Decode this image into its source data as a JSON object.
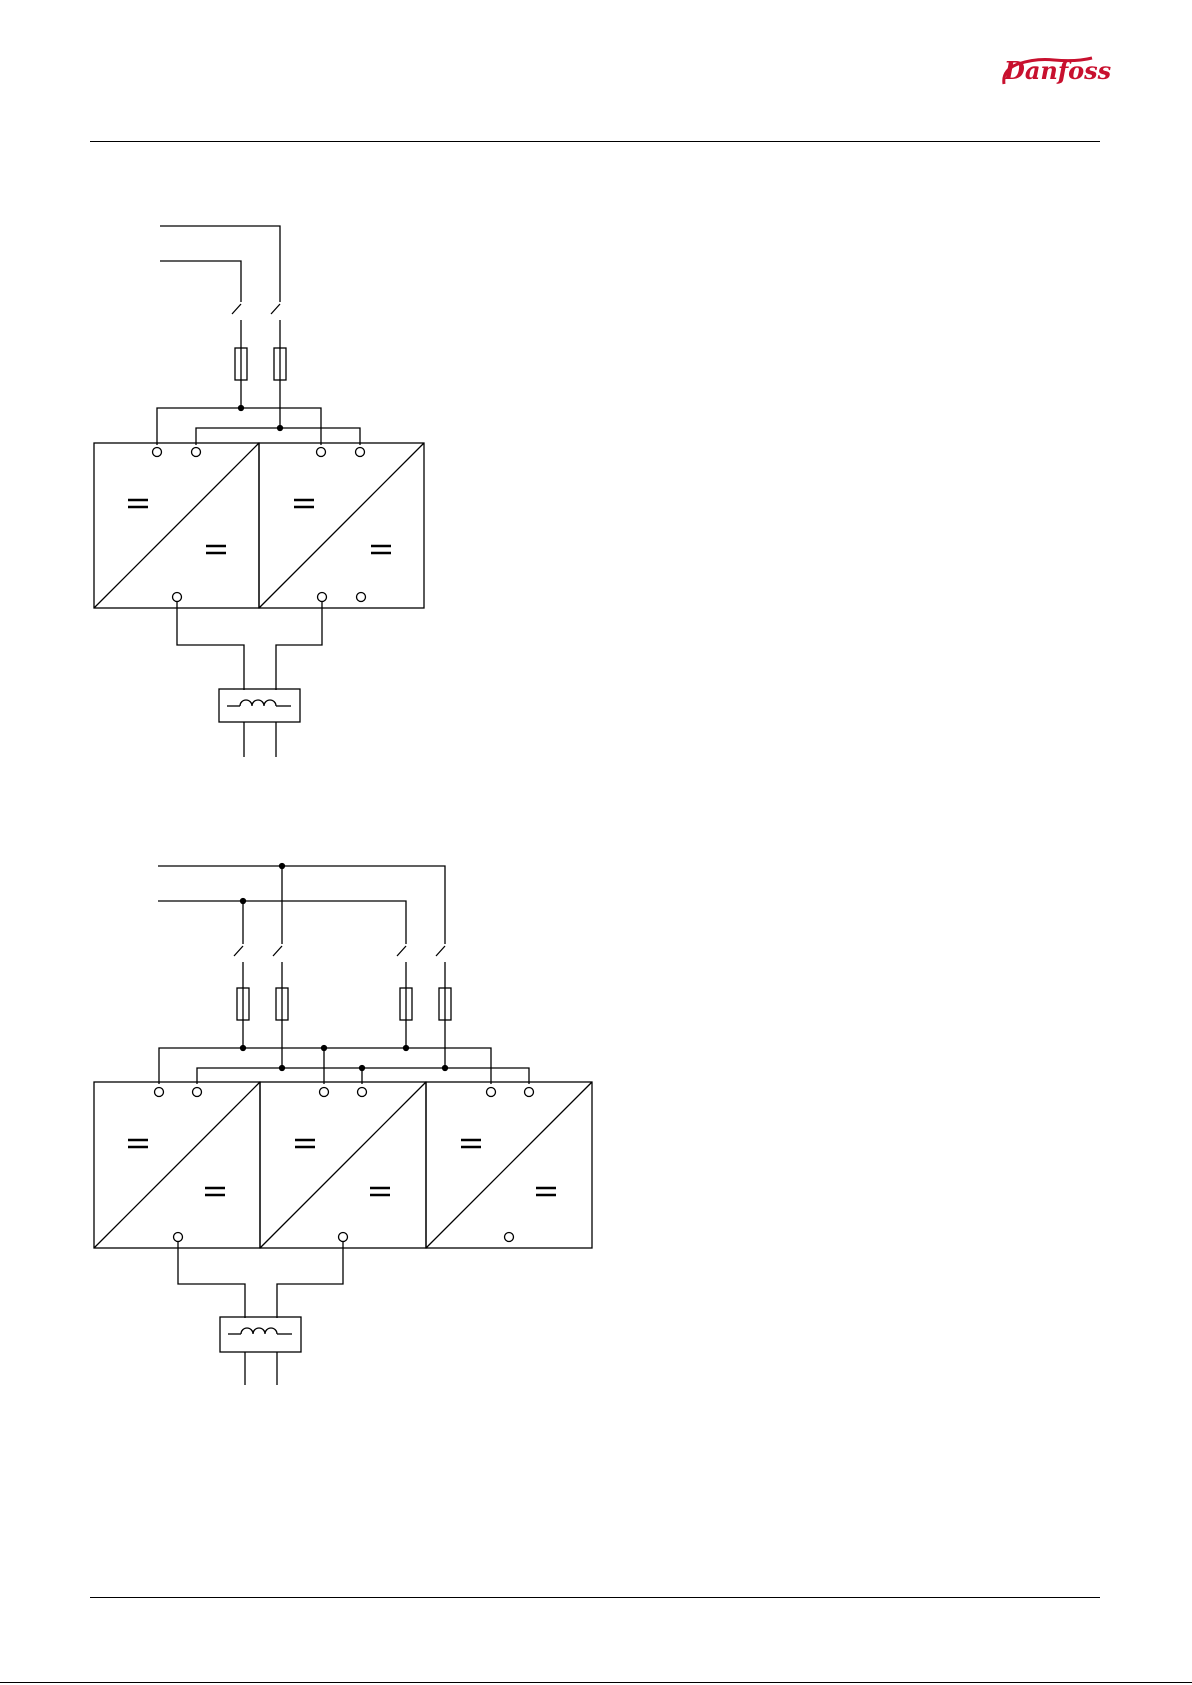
{
  "header": {
    "brand_logo_text": "Danfoss",
    "brand_color": "#c8102e"
  },
  "diagrams": [
    {
      "id": "two-converter-system",
      "converter_count": 2,
      "converter_symbol_top": "=",
      "converter_symbol_bottom": "=",
      "inductor_count": 1
    },
    {
      "id": "three-converter-system",
      "converter_count": 3,
      "converter_symbol_top": "=",
      "converter_symbol_bottom": "=",
      "inductor_count": 1
    }
  ],
  "colors": {
    "line": "#000000",
    "background": "#ffffff"
  }
}
